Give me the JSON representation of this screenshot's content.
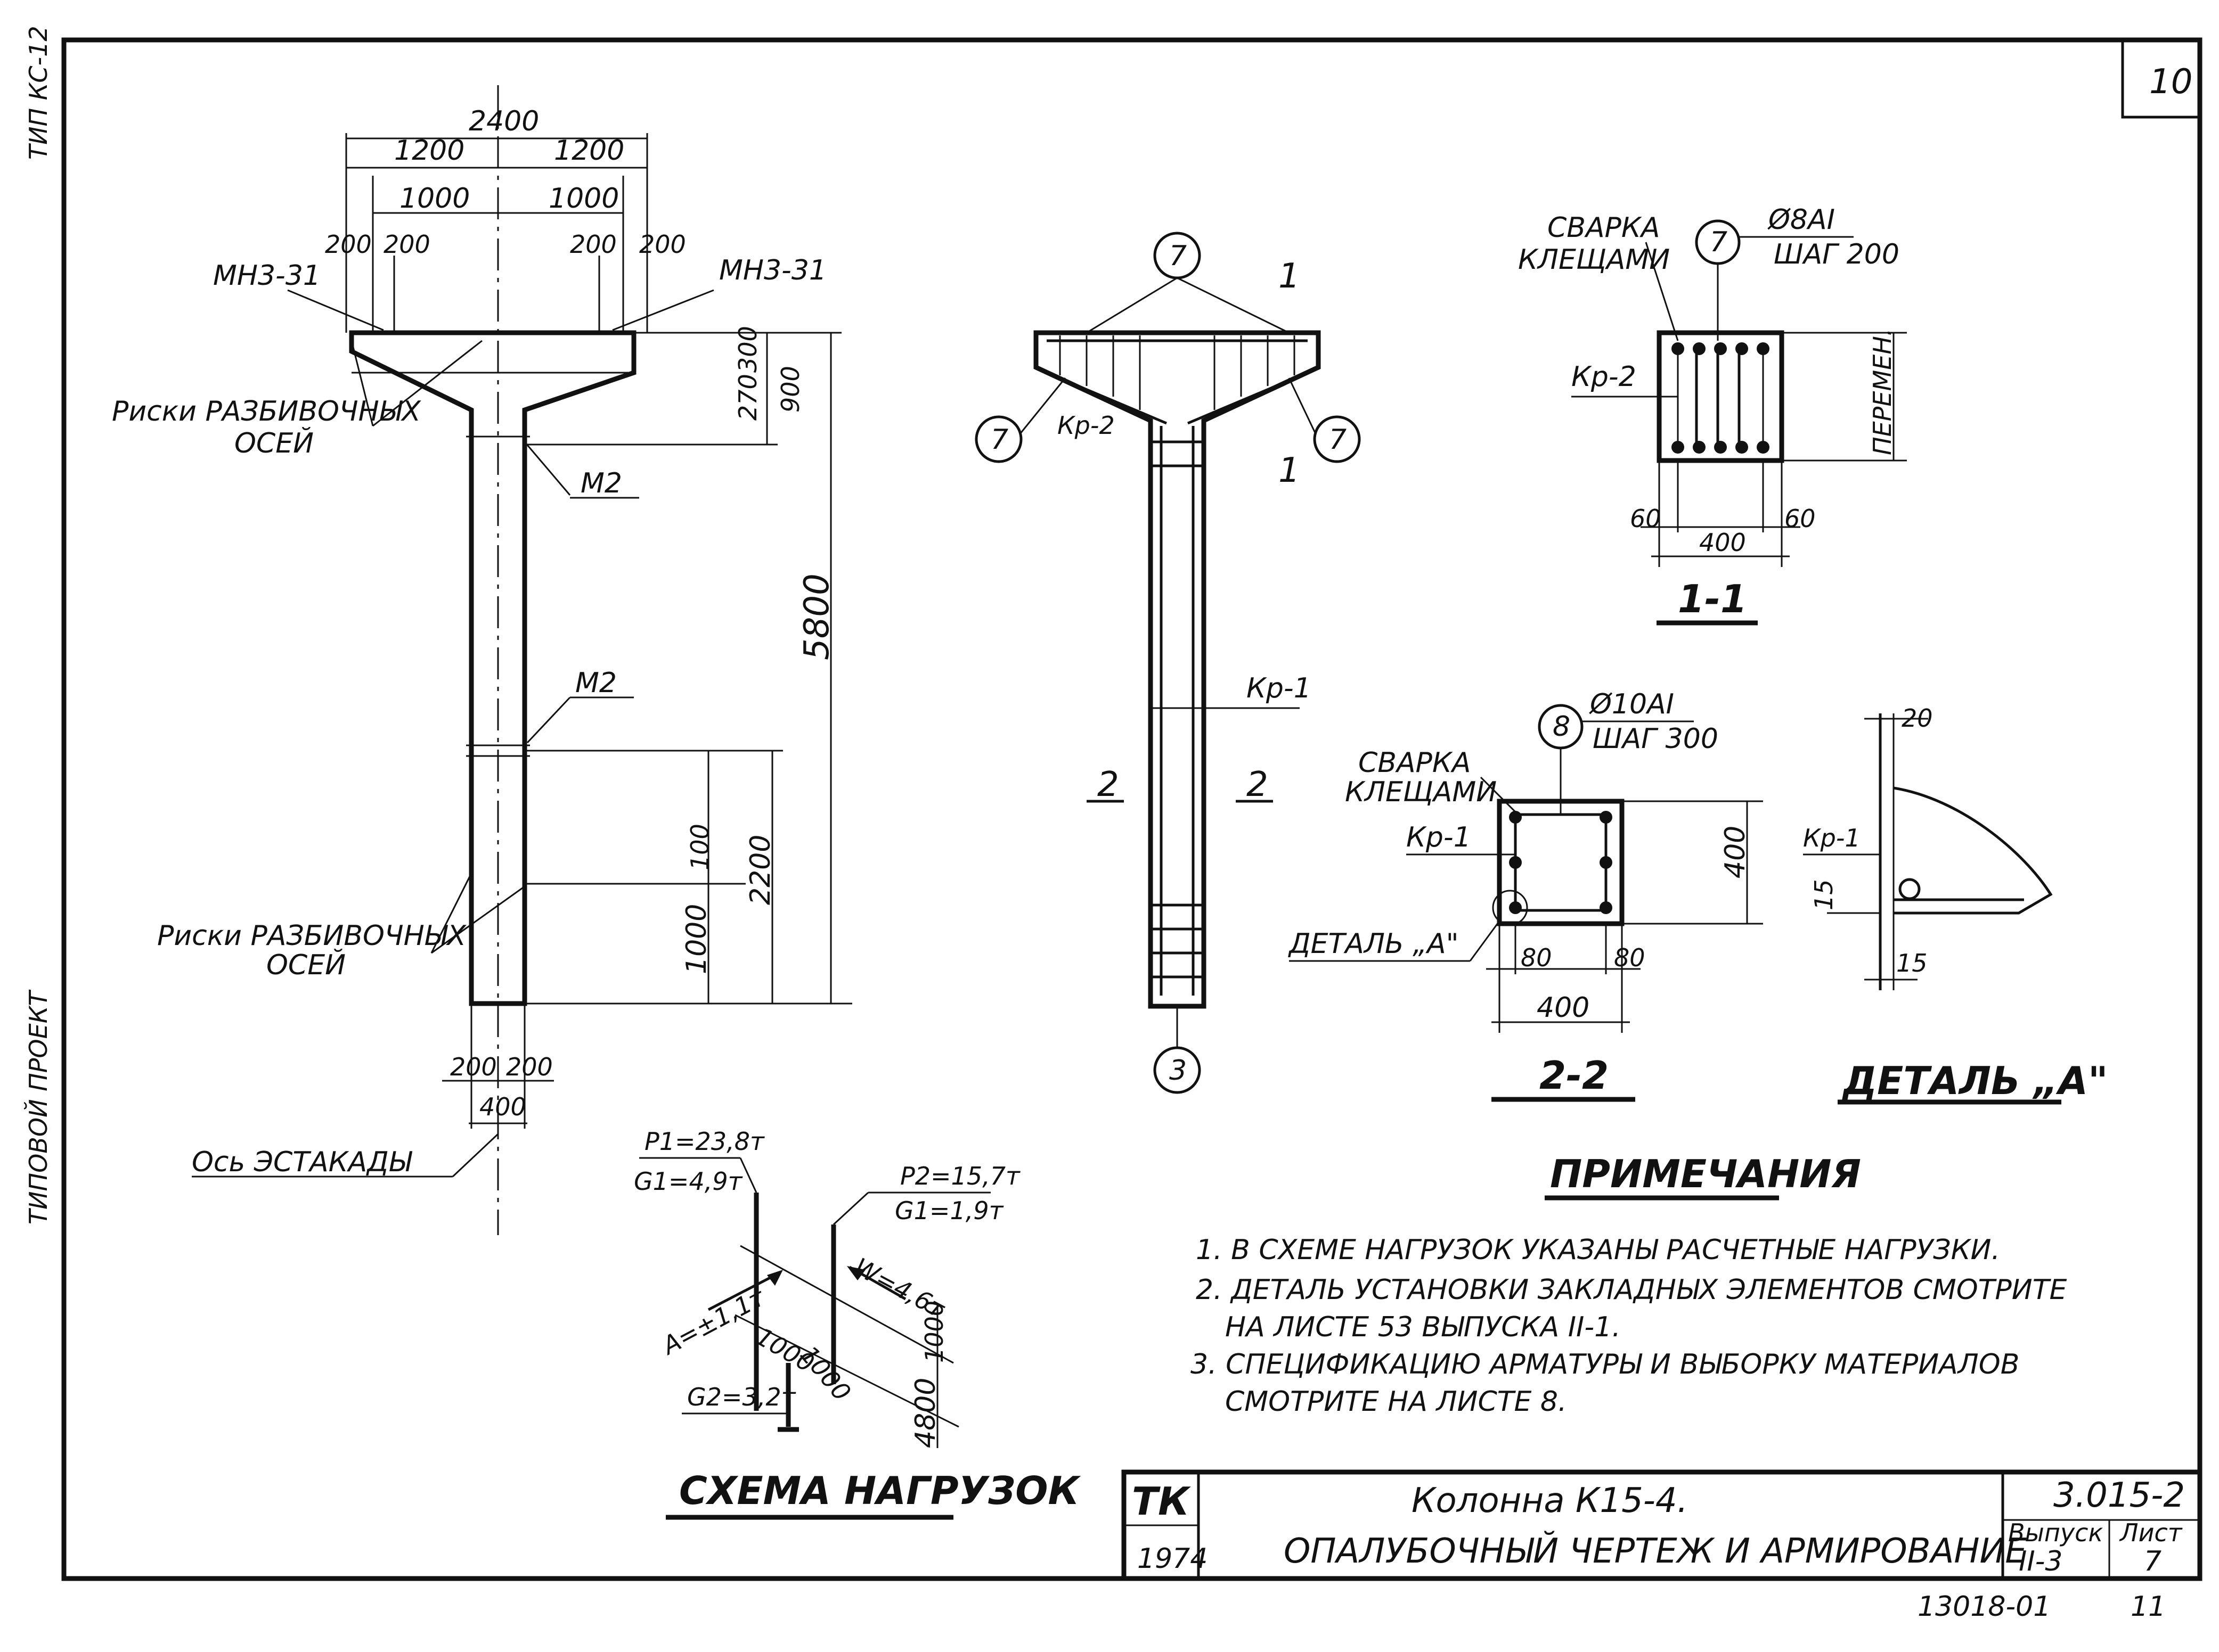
{
  "sheet": {
    "side_text_top": "ТИП КС-12",
    "side_text_bottom": "ТИПОВОЙ ПРОЕКТ",
    "sheet_number": "10",
    "page_number": "11"
  },
  "column_elevation": {
    "dims_top": [
      "2400",
      "1200",
      "1200",
      "1000",
      "1000",
      "200",
      "200",
      "200",
      "200"
    ],
    "dims_right": [
      "300",
      "900",
      "270",
      "5800",
      "100",
      "2200",
      "1000"
    ],
    "dims_bottom": [
      "200",
      "200",
      "400"
    ],
    "label_mnz_left": "МН3-31",
    "label_mnz_right": "МН3-31",
    "label_riski_top": "Риски РАЗБИВОЧНЫХ",
    "label_riski_top_2": "ОСЕЙ",
    "label_m2_top": "М2",
    "label_m2_mid": "М2",
    "label_riski_bottom": "Риски РАЗБИВОЧНЫХ",
    "label_riski_bottom_2": "ОСЕЙ",
    "label_axis": "Ось ЭСТАКАДЫ"
  },
  "reinforcement_elevation": {
    "bubble_7": "7",
    "bubble_3": "3",
    "section_mark_1": "1",
    "section_mark_2": "2",
    "label_kr2": "Кр-2",
    "label_kr1": "Кр-1"
  },
  "section_1_1": {
    "label_welding": "СВАРКА",
    "label_welding_2": "КЛЕЩАМИ",
    "bubble": "7",
    "bar_spec": "Ø8АI",
    "bar_step": "ШАГ 200",
    "label_kr2": "Кр-2",
    "label_variable": "ПЕРЕМЕН.",
    "dims": [
      "60",
      "400",
      "60"
    ],
    "title": "1-1"
  },
  "section_2_2": {
    "bubble": "8",
    "bar_spec": "Ø10АI",
    "bar_step": "ШАГ 300",
    "label_welding": "СВАРКА",
    "label_welding_2": "КЛЕЩАМИ",
    "label_kr1": "Кр-1",
    "label_detail": "ДЕТАЛЬ „А\"",
    "dims": [
      "400",
      "80",
      "80",
      "400"
    ],
    "title": "2-2"
  },
  "detail_a": {
    "dims": [
      "20",
      "15",
      "15"
    ],
    "label_kr1": "Кр-1",
    "title": "ДЕТАЛЬ „А\""
  },
  "load_scheme": {
    "p1": "P1=23,8т",
    "g1_left": "G1=4,9т",
    "p2": "P2=15,7т",
    "g1_right": "G1=1,9т",
    "w": "W=4,6т",
    "a": "A=±1,1т",
    "g2": "G2=3,2т",
    "dims": [
      "1000",
      "1000",
      "1000",
      "4800"
    ],
    "title": "СХЕМА НАГРУЗОК"
  },
  "notes": {
    "title": "ПРИМЕЧАНИЯ",
    "items": [
      "1. В СХЕМЕ НАГРУЗОК УКАЗАНЫ РАСЧЕТНЫЕ НАГРУЗКИ.",
      "2. ДЕТАЛЬ УСТАНОВКИ ЗАКЛАДНЫХ ЭЛЕМЕНТОВ СМОТРИТЕ",
      "НА ЛИСТЕ 53 ВЫПУСКА II-1.",
      "3. СПЕЦИФИКАЦИЮ АРМАТУРЫ И ВЫБОРКУ МАТЕРИАЛОВ",
      "СМОТРИТЕ НА ЛИСТЕ 8."
    ]
  },
  "title_block": {
    "logo": "ТК",
    "year": "1974",
    "name": "Колонна К15-4.",
    "subtitle": "ОПАЛУБОЧНЫЙ ЧЕРТЕЖ И АРМИРОВАНИЕ",
    "code": "3.015-2",
    "issue_label": "Выпуск",
    "issue_value": "II-3",
    "sheet_label": "Лист",
    "sheet_value": "7",
    "archive_number": "13018-01"
  }
}
